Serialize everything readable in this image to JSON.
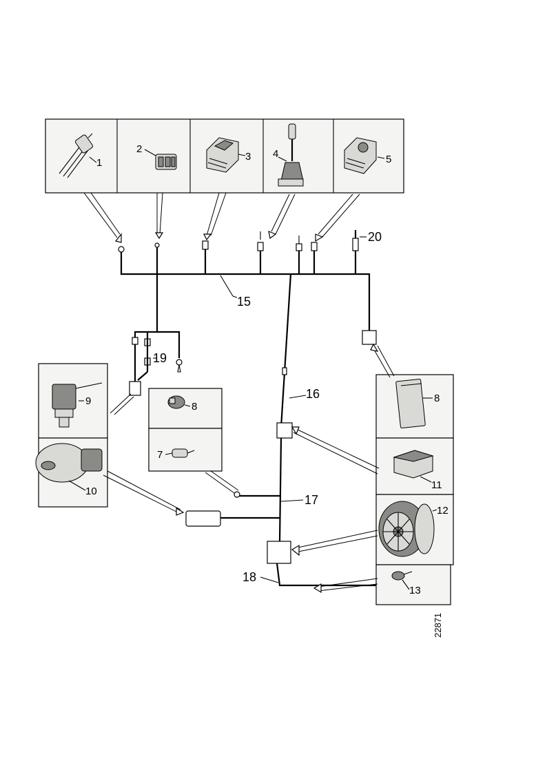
{
  "diagram": {
    "reference_number": "22871",
    "components": [
      {
        "id": "1",
        "label": "1"
      },
      {
        "id": "2",
        "label": "2"
      },
      {
        "id": "3",
        "label": "3"
      },
      {
        "id": "4",
        "label": "4"
      },
      {
        "id": "5",
        "label": "5"
      },
      {
        "id": "6",
        "label": "8"
      },
      {
        "id": "7",
        "label": "7"
      },
      {
        "id": "8",
        "label": "8"
      },
      {
        "id": "9",
        "label": "9"
      },
      {
        "id": "10",
        "label": "10"
      },
      {
        "id": "11",
        "label": "11"
      },
      {
        "id": "12",
        "label": "12"
      },
      {
        "id": "13",
        "label": "13"
      }
    ],
    "harnesses": [
      {
        "id": "15",
        "label": "15"
      },
      {
        "id": "16",
        "label": "16"
      },
      {
        "id": "17",
        "label": "17"
      },
      {
        "id": "18",
        "label": "18"
      },
      {
        "id": "19",
        "label": "19"
      },
      {
        "id": "20",
        "label": "20"
      }
    ]
  }
}
